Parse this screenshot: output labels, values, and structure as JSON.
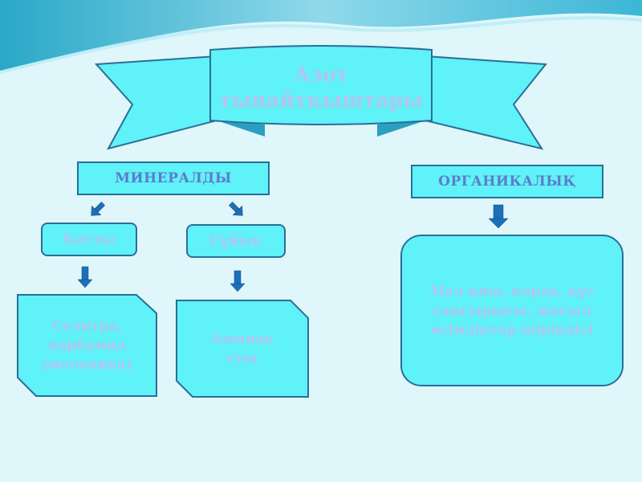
{
  "title": {
    "line1": "Азот",
    "line2": "тыңайтқыштары"
  },
  "categories": {
    "mineral": {
      "label": "МИНЕРАЛДЫ",
      "children": [
        {
          "label": "Қатты",
          "example": {
            "line1": "Селитра,",
            "line2": "карбамид",
            "line3": "(мочевина)"
          }
        },
        {
          "label": "Сұйық",
          "example": {
            "line1": "Аммиак",
            "line2": "суы"
          }
        }
      ]
    },
    "organic": {
      "label": "ОРГАНИКАЛЫҚ",
      "example": {
        "line1": "Мал қиы, қорда, құс",
        "line2": "саңғырығы, жасыл",
        "line3": "өсімдіктер шіріндісі"
      }
    }
  },
  "colors": {
    "box_fill": "#5ff2f8",
    "border": "#2a6f96",
    "text": "#b3c4ef",
    "header_text": "#5d7ccb",
    "arrow": "#1d6fb8"
  }
}
